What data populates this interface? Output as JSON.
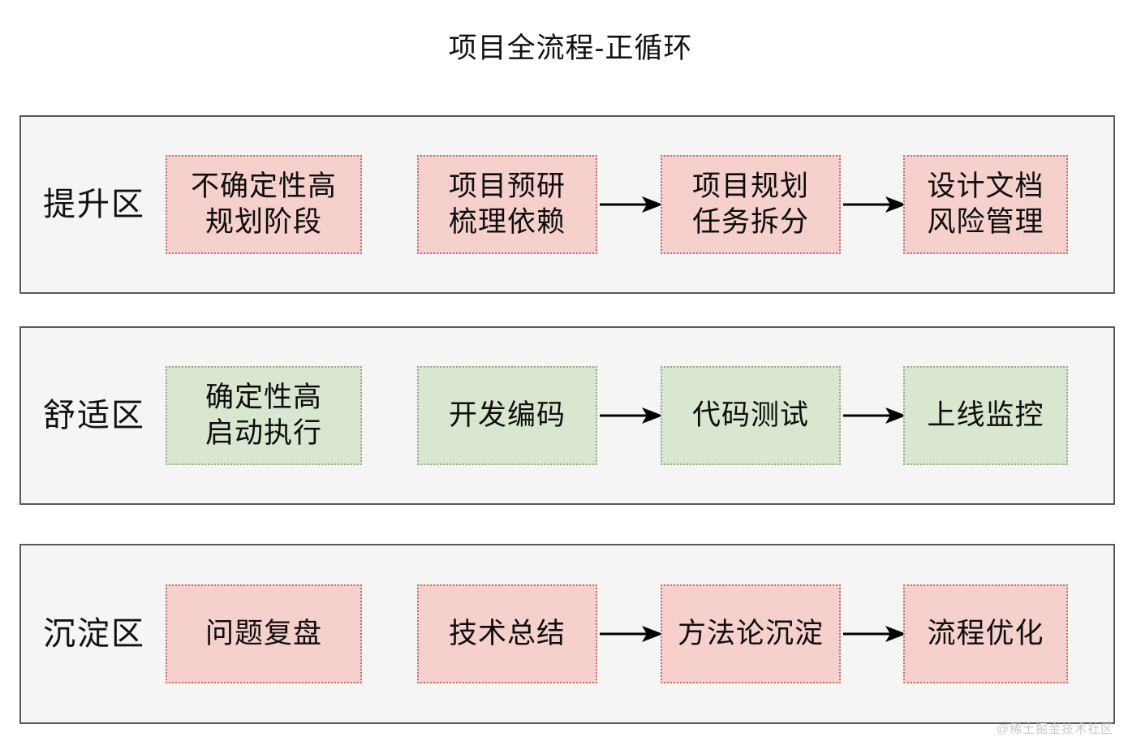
{
  "title": "项目全流程-正循环",
  "watermark": "@稀土掘金技术社区",
  "colors": {
    "page_background": "#ffffff",
    "row_background": "#f5f5f5",
    "row_border": "#595959",
    "pink_fill": "#f5d0cc",
    "pink_border": "#c0706a",
    "green_fill": "#d9e7d0",
    "green_border": "#93ad84",
    "text": "#111111",
    "arrow": "#000000",
    "watermark": "#c9c9c9"
  },
  "rows": [
    {
      "label": "提升区",
      "style": "pink",
      "nodes": [
        {
          "text": "不确定性高\n规划阶段",
          "arrow_before": false
        },
        {
          "text": "项目预研\n梳理依赖",
          "arrow_before": false
        },
        {
          "text": "项目规划\n任务拆分",
          "arrow_before": true
        },
        {
          "text": "设计文档\n风险管理",
          "arrow_before": true
        }
      ]
    },
    {
      "label": "舒适区",
      "style": "green",
      "nodes": [
        {
          "text": "确定性高\n启动执行",
          "arrow_before": false
        },
        {
          "text": "开发编码",
          "arrow_before": false
        },
        {
          "text": "代码测试",
          "arrow_before": true
        },
        {
          "text": "上线监控",
          "arrow_before": true
        }
      ]
    },
    {
      "label": "沉淀区",
      "style": "pink",
      "nodes": [
        {
          "text": "问题复盘",
          "arrow_before": false
        },
        {
          "text": "技术总结",
          "arrow_before": false
        },
        {
          "text": "方法论沉淀",
          "arrow_before": true
        },
        {
          "text": "流程优化",
          "arrow_before": true
        }
      ]
    }
  ],
  "arrows": [
    {
      "name": "arrow-row0-2to3"
    },
    {
      "name": "arrow-row0-3to4"
    },
    {
      "name": "arrow-row1-2to3"
    },
    {
      "name": "arrow-row1-3to4"
    },
    {
      "name": "arrow-row2-2to3"
    },
    {
      "name": "arrow-row2-3to4"
    }
  ]
}
